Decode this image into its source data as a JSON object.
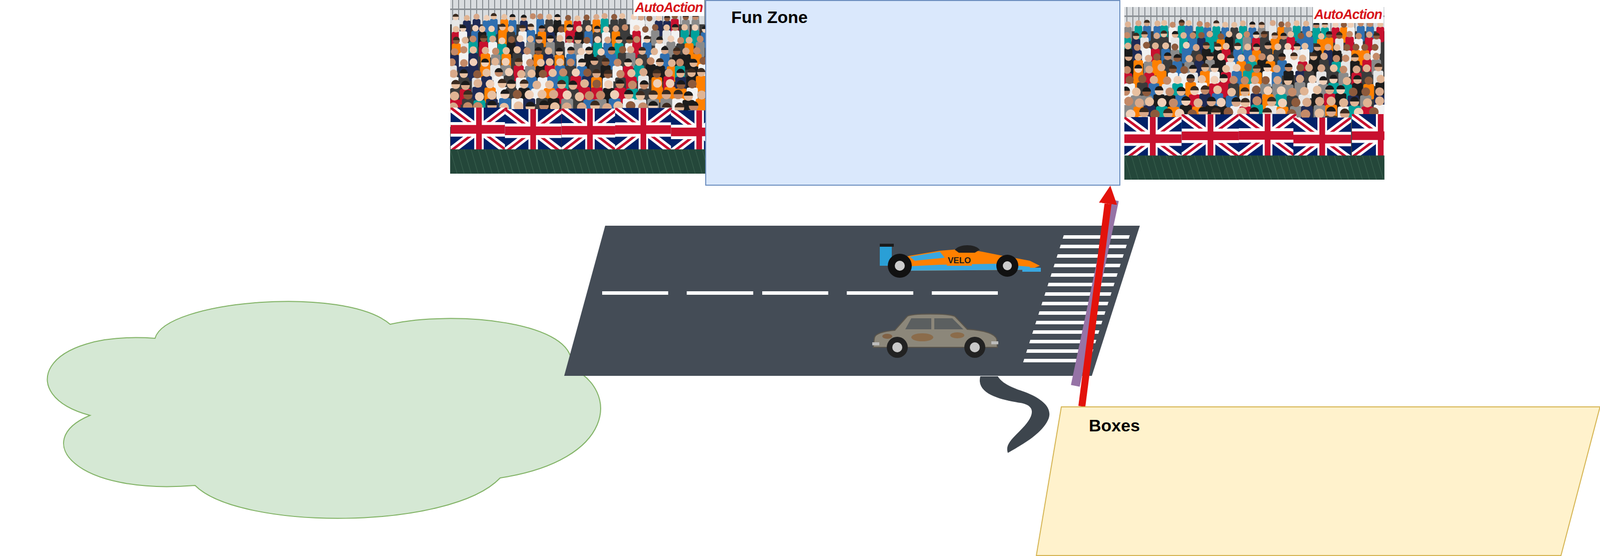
{
  "diagram": {
    "nodes": [
      {
        "text": [
          "Fun Zone"
        ]
      },
      {
        "text": [
          "Boxes"
        ]
      }
    ],
    "edges": [
      {
        "from": 1,
        "to": 0,
        "arrow": "to"
      }
    ],
    "labels": [
      "AutoAction",
      "AutoAction",
      "VELO"
    ]
  }
}
